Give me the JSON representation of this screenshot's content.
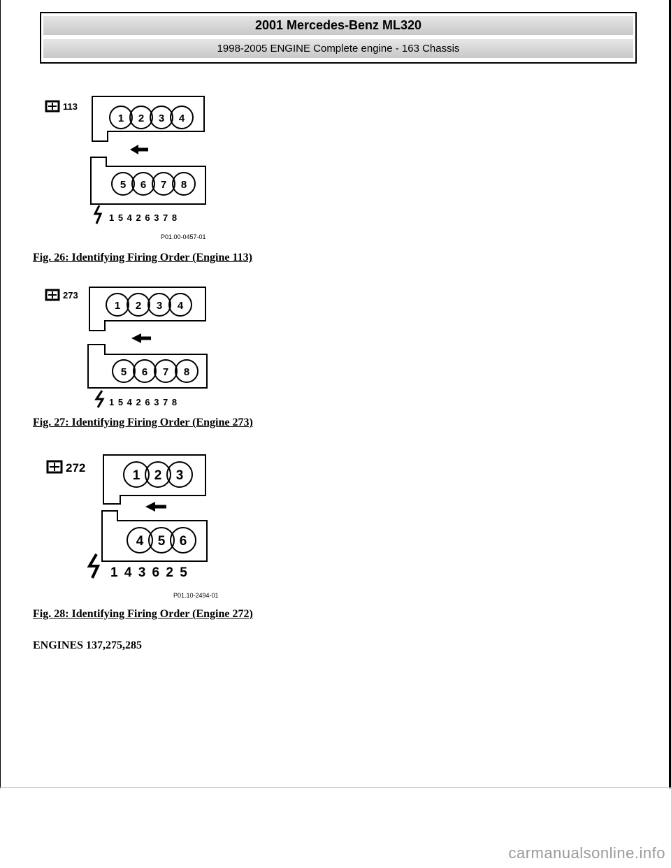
{
  "header": {
    "title": "2001 Mercedes-Benz ML320",
    "subtitle": "1998-2005 ENGINE Complete engine - 163 Chassis"
  },
  "figures": [
    {
      "engine_code": "113",
      "bank1_cylinders": [
        "1",
        "2",
        "3",
        "4"
      ],
      "bank2_cylinders": [
        "5",
        "6",
        "7",
        "8"
      ],
      "firing_order": "1 5 4 2 6 3 7 8",
      "image_ref": "P01.00-0457-01",
      "caption": "Fig. 26: Identifying Firing Order (Engine 113)"
    },
    {
      "engine_code": "273",
      "bank1_cylinders": [
        "1",
        "2",
        "3",
        "4"
      ],
      "bank2_cylinders": [
        "5",
        "6",
        "7",
        "8"
      ],
      "firing_order": "1 5 4 2 6 3 7 8",
      "image_ref": "",
      "caption": "Fig. 27: Identifying Firing Order (Engine 273)"
    },
    {
      "engine_code": "272",
      "bank1_cylinders": [
        "1",
        "2",
        "3"
      ],
      "bank2_cylinders": [
        "4",
        "5",
        "6"
      ],
      "firing_order": "1 4 3 6 2 5",
      "image_ref": "P01.10-2494-01",
      "caption": "Fig. 28: Identifying Firing Order (Engine 272)"
    }
  ],
  "section_heading": "ENGINES 137,275,285",
  "watermark": "carmanualsonline.info"
}
